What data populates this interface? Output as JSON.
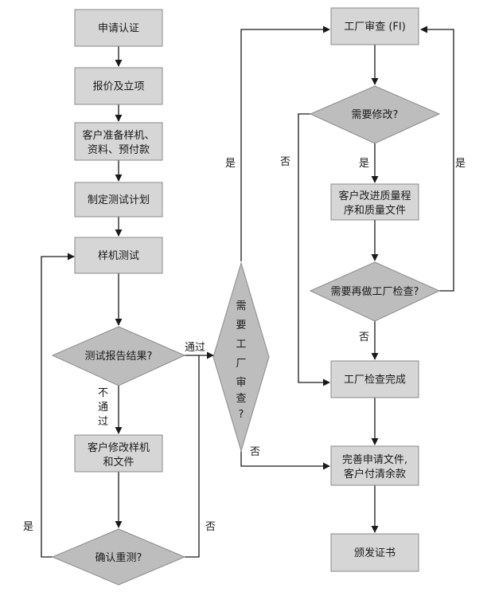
{
  "nodes": {
    "apply": "申请认证",
    "quote": "报价及立项",
    "prepare": [
      "客户准备样机、",
      "资料、预付款"
    ],
    "plan": "制定测试计划",
    "sample_test": "样机测试",
    "report_result": "测试报告结果?",
    "modify": [
      "客户修改样机",
      "和文件"
    ],
    "confirm_retest": "确认重测?",
    "need_fi": [
      "需",
      "要",
      "工",
      "厂",
      "审",
      "查",
      "?"
    ],
    "fi": "工厂审查 (FI)",
    "need_modify": "需要修改?",
    "improve": [
      "客户改进质量程",
      "序和质量文件"
    ],
    "redo_fi": "需要再做工厂检查?",
    "fi_done": "工厂检查完成",
    "finalize": [
      "完善申请文件,",
      "客户付清余款"
    ],
    "issue_cert": "颁发证书"
  },
  "labels": {
    "pass": "通过",
    "not_pass": [
      "不",
      "通",
      "过"
    ],
    "yes": "是",
    "no": "否"
  }
}
